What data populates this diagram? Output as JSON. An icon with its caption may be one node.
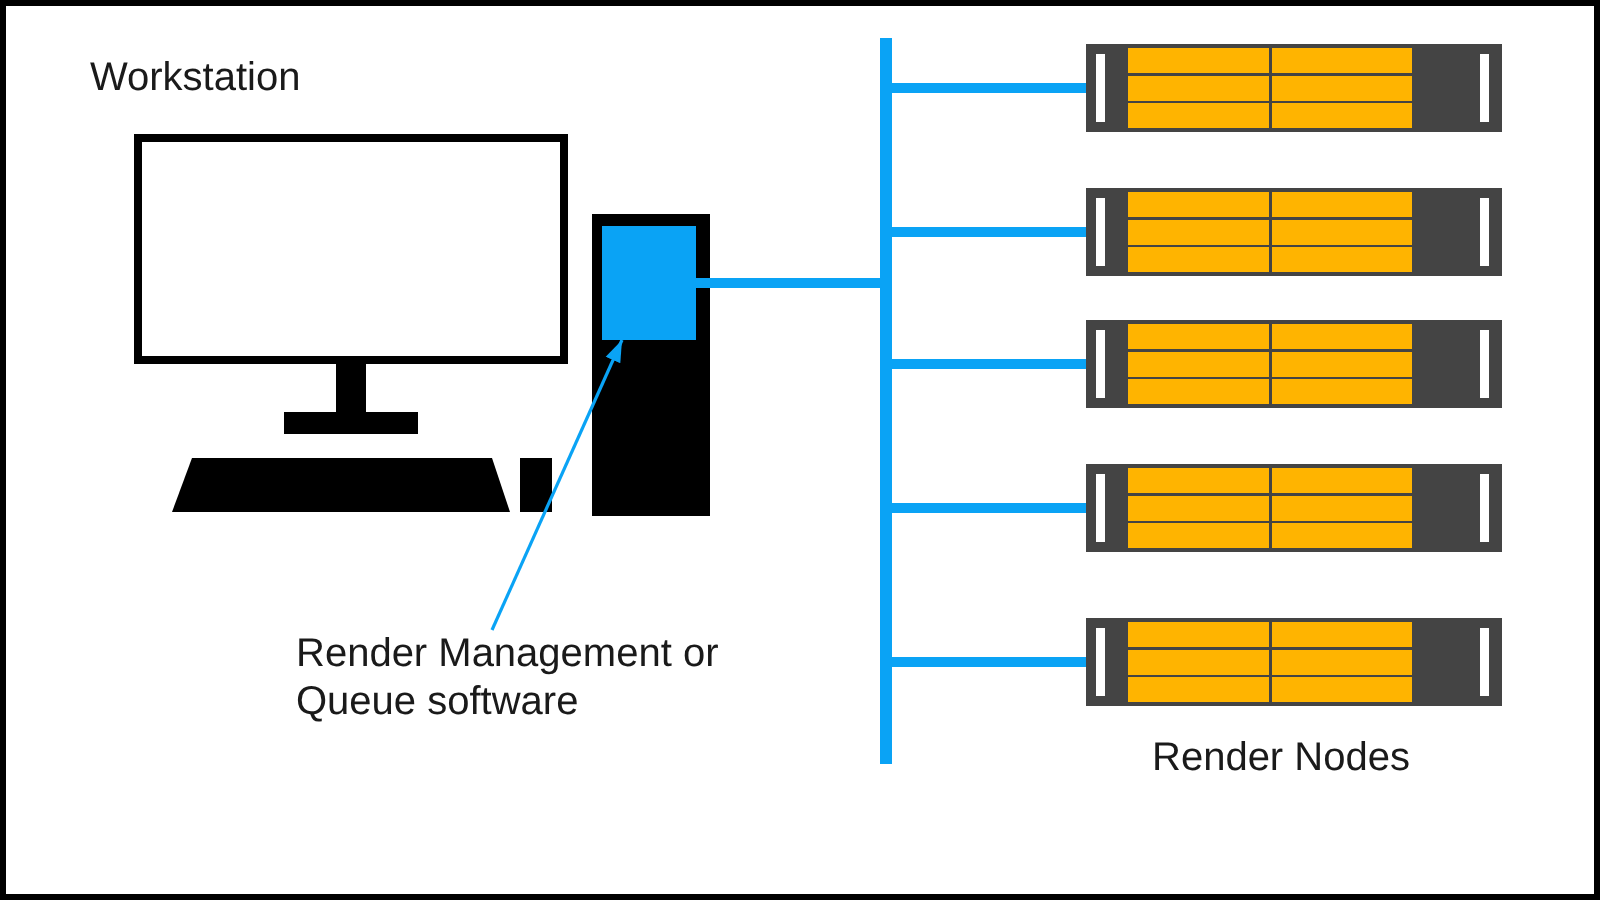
{
  "diagram": {
    "nodes": [
      {
        "text": [],
        "shape": "box"
      },
      {
        "text": [
          "Render Management or Queue software"
        ]
      },
      {
        "text": [],
        "shape": "bar"
      },
      {
        "text": [],
        "shape": "picture"
      },
      {
        "text": [],
        "shape": "picture"
      },
      {
        "text": [],
        "shape": "picture"
      },
      {
        "text": [],
        "shape": "picture"
      },
      {
        "text": [],
        "shape": "picture"
      }
    ],
    "edges": [
      {
        "from": 1,
        "to": 0,
        "arrow": "to"
      },
      {
        "from": 0,
        "to": 2,
        "arrow": "none"
      },
      {
        "from": 2,
        "to": 3,
        "arrow": "none"
      },
      {
        "from": 2,
        "to": 4,
        "arrow": "none"
      },
      {
        "from": 2,
        "to": 5,
        "arrow": "none"
      },
      {
        "from": 2,
        "to": 6,
        "arrow": "none"
      },
      {
        "from": 2,
        "to": 7,
        "arrow": "none"
      }
    ],
    "labels": [
      "Workstation",
      "Render Nodes"
    ]
  }
}
